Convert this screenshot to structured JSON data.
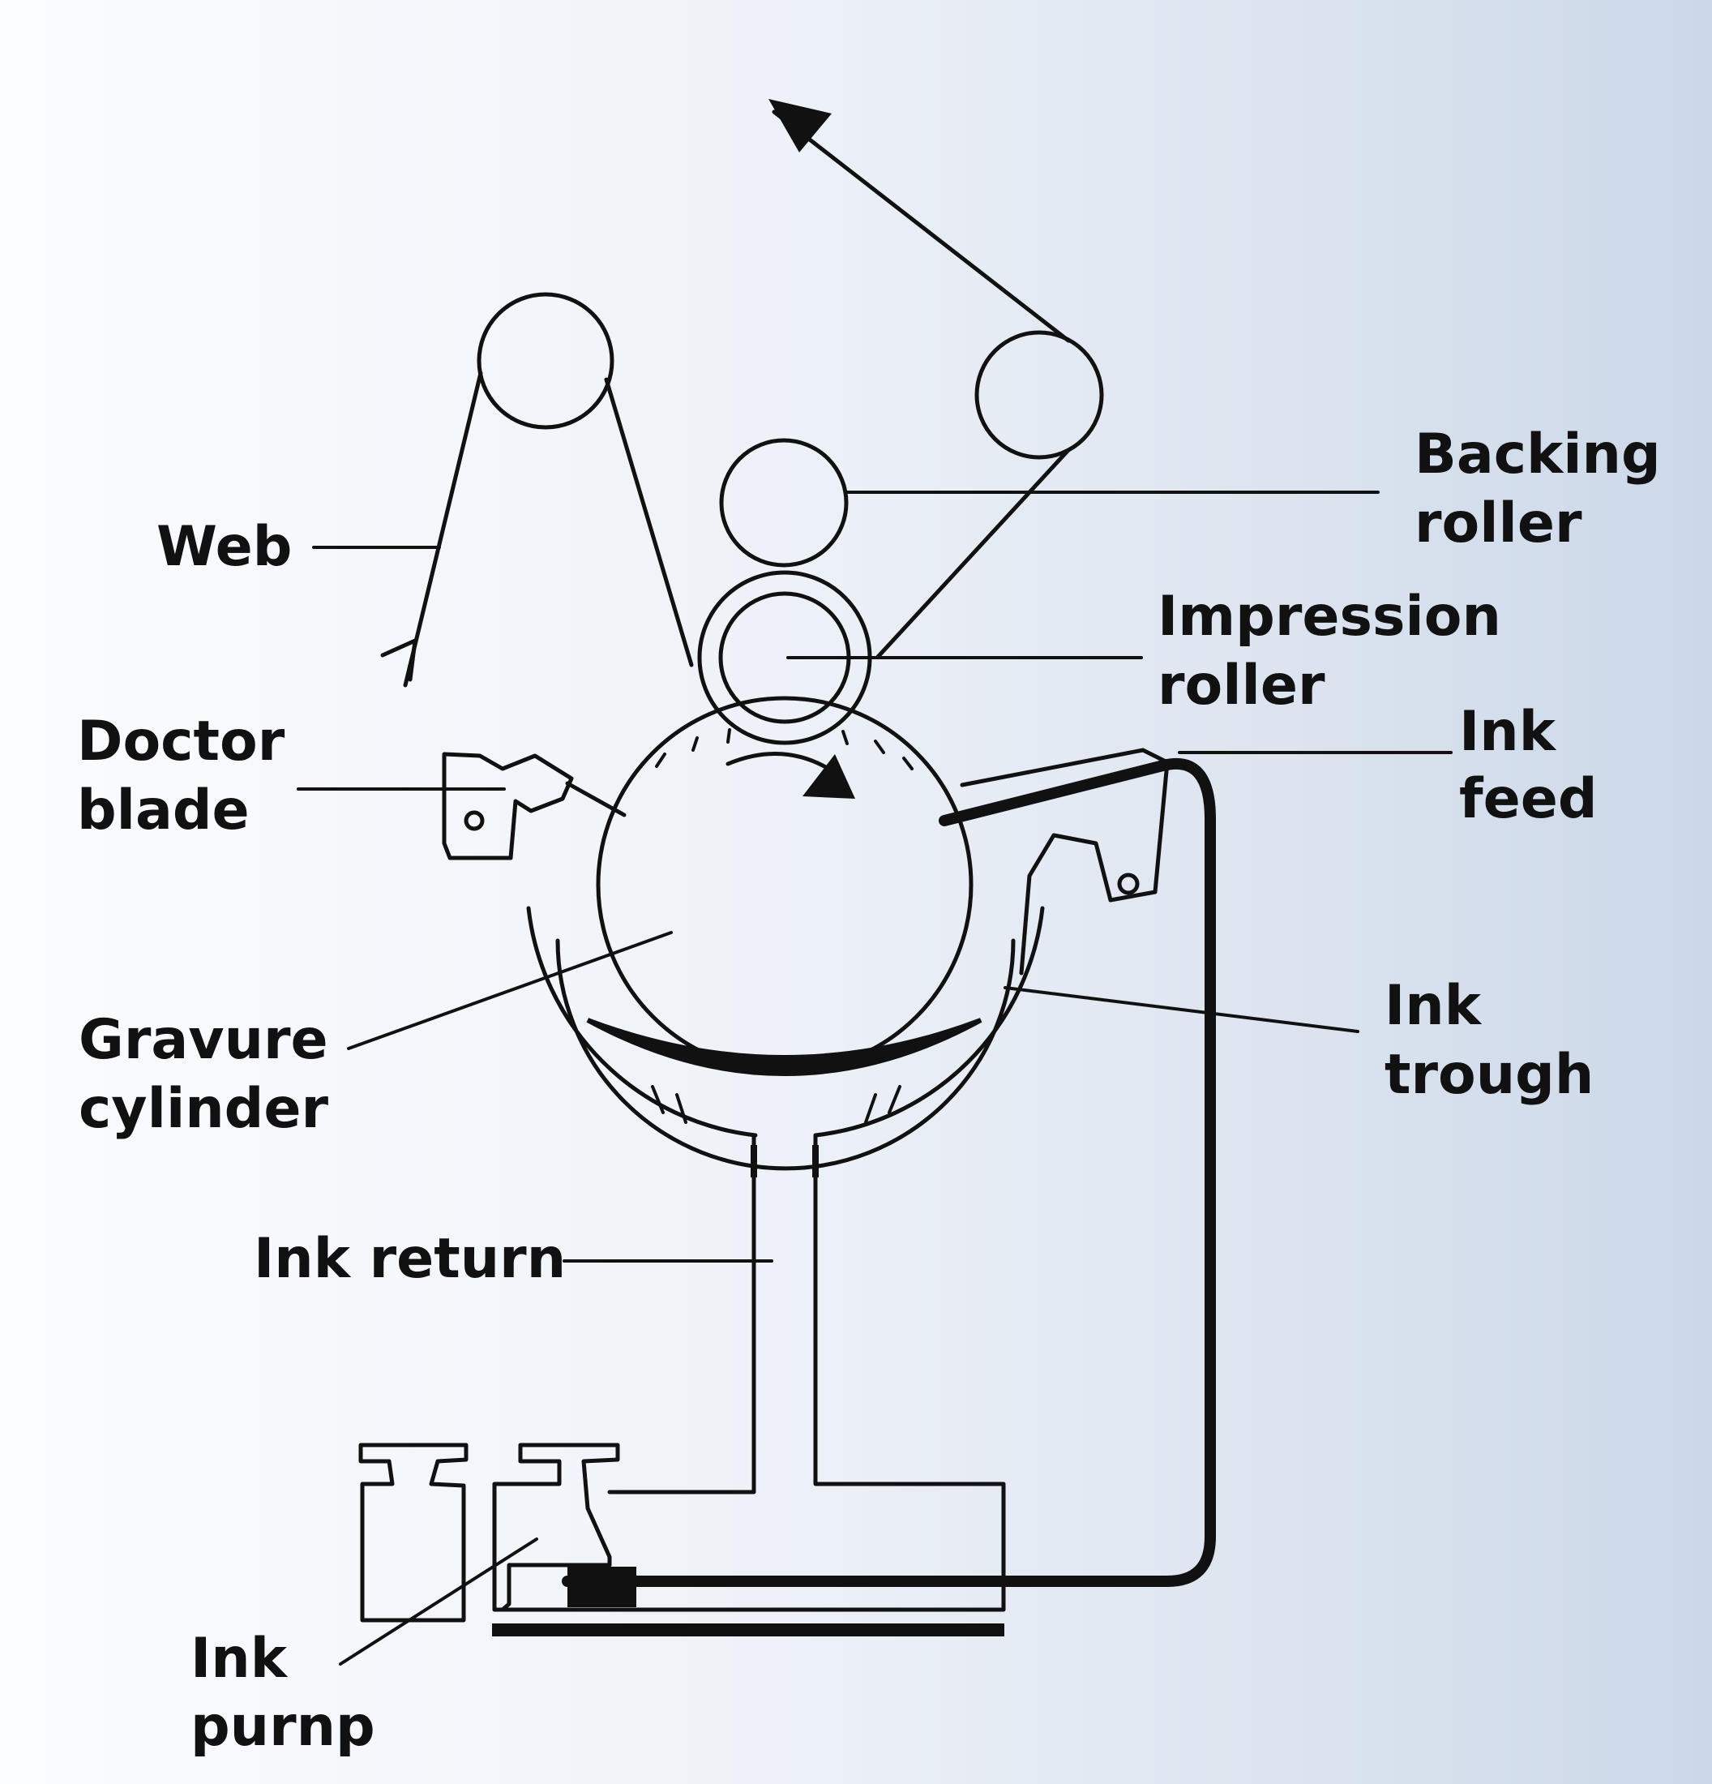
{
  "diagram": {
    "labels": {
      "web": "Web",
      "backing_roller": [
        "Backing",
        "roller"
      ],
      "impression_roller": [
        "Impression",
        "roller"
      ],
      "doctor_blade": [
        "Doctor",
        "blade"
      ],
      "ink_feed": [
        "Ink",
        "feed"
      ],
      "gravure_cylinder": [
        "Gravure",
        "cylinder"
      ],
      "ink_trough": [
        "Ink",
        "trough"
      ],
      "ink_return": "Ink return",
      "ink_pump": [
        "Ink",
        "purnp"
      ]
    }
  }
}
